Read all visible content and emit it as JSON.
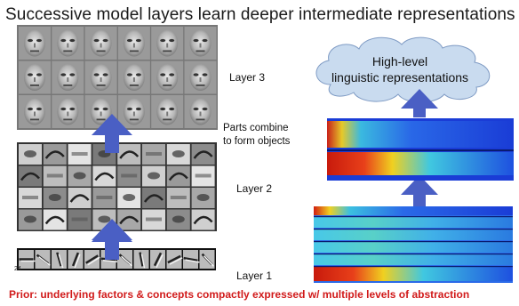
{
  "slide": {
    "title": "Successive model layers learn deeper intermediate representations",
    "layer_labels": [
      "Layer 3",
      "Layer 2",
      "Layer 1"
    ],
    "parts_caption_line1": "Parts combine",
    "parts_caption_line2": "to form objects",
    "cloud_line1": "High-level",
    "cloud_line2": "linguistic representations",
    "prior_note": "Prior: underlying factors & concepts compactly expressed w/ multiple levels of abstraction",
    "page_number": "24"
  },
  "colors": {
    "arrow_blue": "#4a5fc4",
    "prior_red": "#d11a1a",
    "cloud_fill": "#c9dbef",
    "heatmap_blue": "#1a3cd6"
  }
}
